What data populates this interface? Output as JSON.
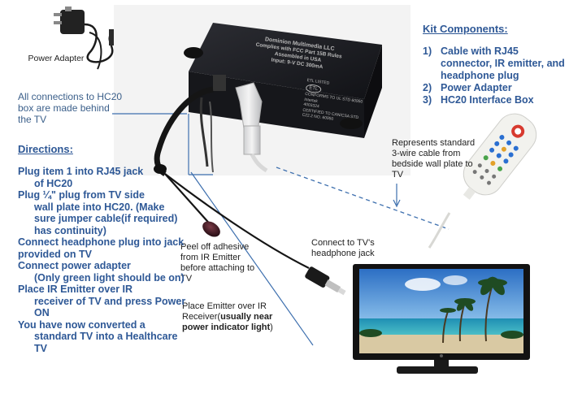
{
  "labels": {
    "power_adapter": "Power Adapter",
    "connections_note": "All connections to HC20 box are made behind the TV",
    "represents": "Represents standard 3-wire cable from bedside wall plate to TV",
    "peel_off": "Peel off adhesive from IR Emitter before attaching to TV",
    "connect_tv": "Connect to TV's headphone jack",
    "place_emitter_1": "Place Emitter over IR Receiver(",
    "place_emitter_2": "usually near power indicator light",
    "place_emitter_3": ")"
  },
  "kit": {
    "title": "Kit Components:",
    "items": [
      {
        "num": "1)",
        "text": "Cable with RJ45 connector, IR emitter, and headphone plug"
      },
      {
        "num": "2)",
        "text": "Power Adapter"
      },
      {
        "num": "3)",
        "text": "HC20 Interface Box"
      }
    ]
  },
  "directions": {
    "title": "Directions:",
    "steps": [
      {
        "main": "Plug item 1 into RJ45 jack",
        "sub": "of HC20"
      },
      {
        "main": "Plug  ¼\" plug from TV side",
        "sub": "wall plate into HC20. (Make sure jumper cable(if required) has continuity)"
      },
      {
        "main": "Connect headphone plug into jack provided on TV",
        "sub": ""
      },
      {
        "main": "Connect power adapter",
        "sub": "(Only green light should be on)"
      },
      {
        "main": "Place IR Emitter over IR",
        "sub": "receiver of TV  and press Power ON"
      },
      {
        "main": "You have now converted a",
        "sub": "standard TV into a Healthcare TV"
      }
    ]
  },
  "box": {
    "brand": "Dominion Multimedia LLC",
    "line1": "Complies with FCC Part 15B Rules",
    "line2": "Assembled in USA",
    "line3": "Input: 9-V DC    300mA",
    "etl": "ETL LISTED",
    "etl_mark": "ETL",
    "conforms": "CONFORMS TO UL STD 60950",
    "certified": "CERTIFIED TO CAN/CSA STD C22.2 NO. 60950",
    "intertek": "Intertek",
    "code": "4003324"
  },
  "colors": {
    "heading_blue": "#2e5896",
    "leader_blue": "#3d6fae",
    "box_black": "#1c1d21"
  }
}
